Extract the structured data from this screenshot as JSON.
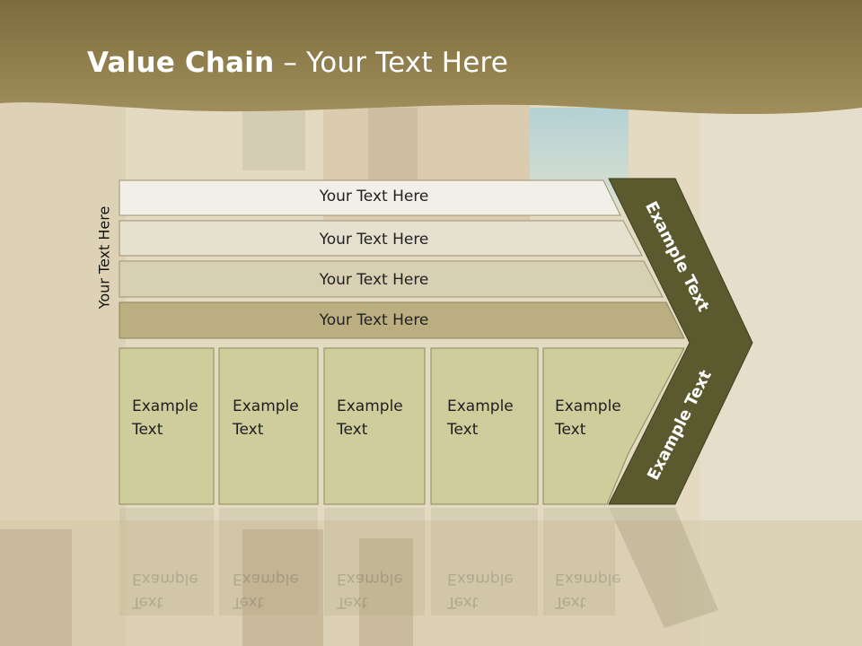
{
  "slide": {
    "title_bold": "Value Chain",
    "title_rest": " – Your Text Here",
    "side_label": "Your Text Here"
  },
  "rows": [
    {
      "label": "Your Text Here",
      "fill": "#f2efe8"
    },
    {
      "label": "Your Text Here",
      "fill": "#e6e0cf"
    },
    {
      "label": "Your Text Here",
      "fill": "#d8d0b2"
    },
    {
      "label": "Your Text Here",
      "fill": "#bbae80"
    }
  ],
  "boxes": [
    {
      "line1": "Example",
      "line2": "Text"
    },
    {
      "line1": "Example",
      "line2": "Text"
    },
    {
      "line1": "Example",
      "line2": "Text"
    },
    {
      "line1": "Example",
      "line2": "Text"
    },
    {
      "line1": "Example",
      "line2": "Text"
    }
  ],
  "chevron": {
    "upper_label": "Example Text",
    "lower_label": "Example Text",
    "color": "#5b5a2f"
  },
  "colors": {
    "header": "#8f7d4a",
    "box_fill": "#cfcd9c",
    "box_stroke": "#8b8a5c"
  }
}
